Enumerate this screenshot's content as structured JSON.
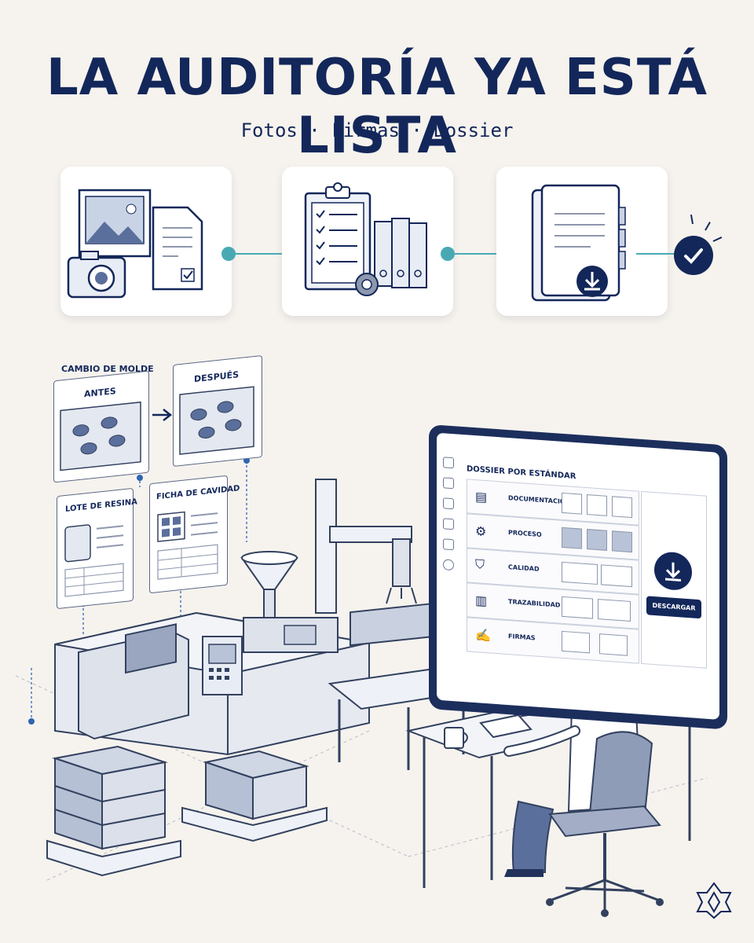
{
  "title": "LA AUDITORÍA YA ESTÁ LISTA",
  "subtitle": "Fotos · Firmas · Dossier",
  "colors": {
    "navy": "#13275a",
    "teal": "#49a9b3",
    "background": "#f6f3ee"
  },
  "steps": [
    {
      "icon": "photos-and-document-icon"
    },
    {
      "icon": "clipboard-checklist-icon"
    },
    {
      "icon": "dossier-download-icon"
    }
  ],
  "scene": {
    "mold_change": "CAMBIO DE MOLDE",
    "before": "ANTES",
    "after": "DESPUÉS",
    "resin_lot": "LOTE DE RESINA",
    "cavity_sheet": "FICHA DE CAVIDAD"
  },
  "screen": {
    "title": "DOSSIER POR ESTÁNDAR",
    "rows": [
      {
        "label": "DOCUMENTACIÓN",
        "icon": "document-icon"
      },
      {
        "label": "PROCESO",
        "icon": "gear-icon"
      },
      {
        "label": "CALIDAD",
        "icon": "shield-icon"
      },
      {
        "label": "TRAZABILIDAD",
        "icon": "barcode-icon"
      },
      {
        "label": "FIRMAS",
        "icon": "signature-icon"
      }
    ],
    "download_label": "DESCARGAR"
  }
}
